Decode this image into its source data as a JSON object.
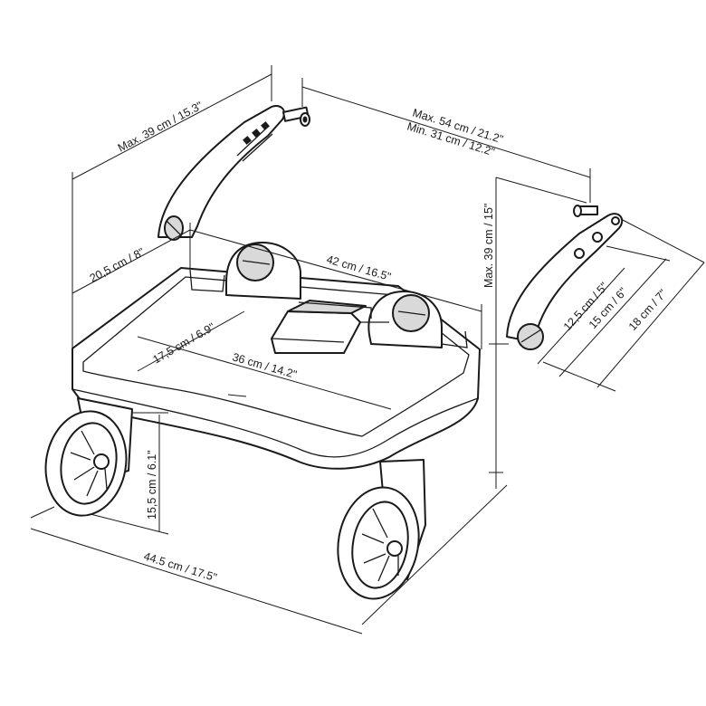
{
  "dimensions": {
    "arm_left_max": "Max. 39 cm / 15.3\"",
    "arm_span_max": "Max. 54 cm / 21.2\"",
    "arm_span_min": "Min. 31 cm / 12.2\"",
    "arm_right_max": "Max. 39 cm /  15\"",
    "side_height": "20,5 cm / 8\"",
    "board_width": "42 cm / 16.5\"",
    "inner_depth": "17,5 cm / 6.9\"",
    "inner_width": "36 cm / 14.2\"",
    "connector_a": "12,5 cm / 5\"",
    "connector_b": "15 cm / 6\"",
    "connector_c": "18 cm / 7\"",
    "wheel_height": "15,5 cm / 6.1\"",
    "overall_length": "44.5 cm / 17.5\""
  }
}
